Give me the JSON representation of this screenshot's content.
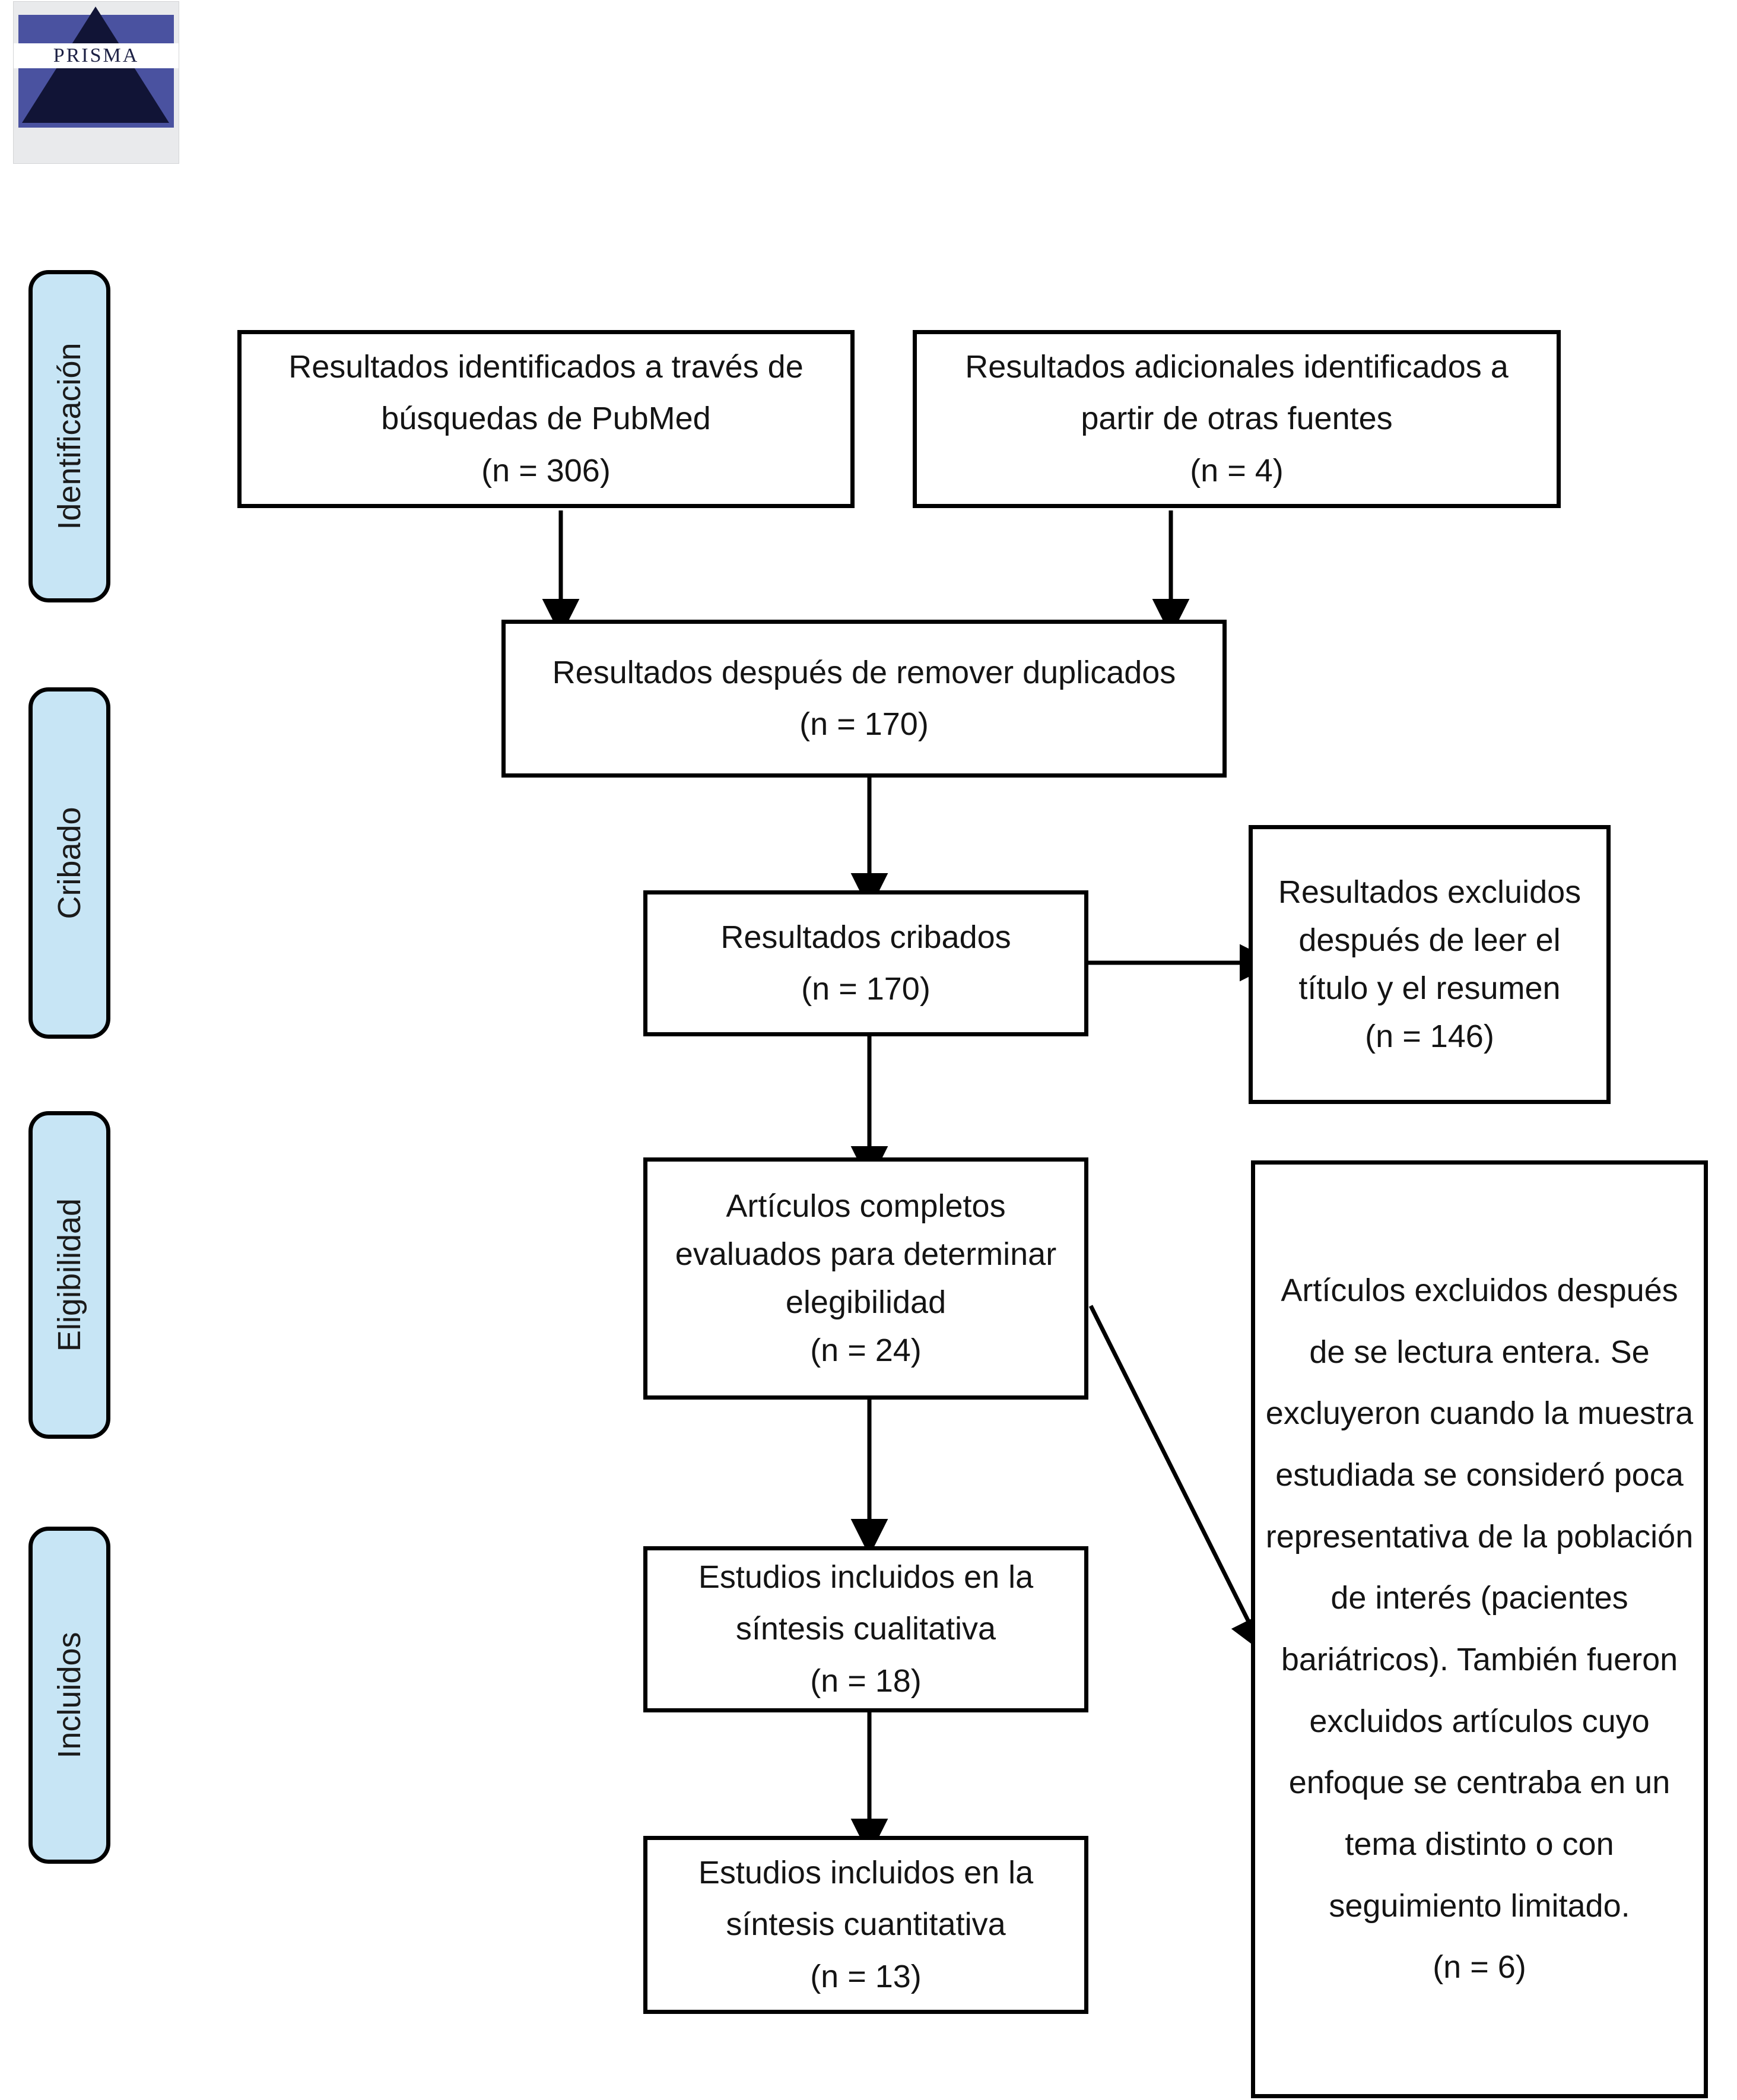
{
  "logo": {
    "name": "PRISMA",
    "wordmark": "PRISMA",
    "band_color": "#ffffff",
    "sky_color": "#4a52a0",
    "pyramid_color": "#111436"
  },
  "colors": {
    "stage_fill": "#c7e5f5",
    "stage_border": "#000000",
    "box_border": "#000000",
    "box_fill": "#ffffff",
    "text": "#141414"
  },
  "stages": [
    {
      "id": "identificacion",
      "label": "Identificación"
    },
    {
      "id": "cribado",
      "label": "Cribado"
    },
    {
      "id": "eligibilidad",
      "label": "Eligibilidad"
    },
    {
      "id": "incluidos",
      "label": "Incluidos"
    }
  ],
  "boxes": {
    "pubmed_records": {
      "text": "Resultados identificados a través de búsquedas de PubMed\n(n = 306)",
      "count_label": "(n = 306)",
      "n": 306
    },
    "other_sources": {
      "text": "Resultados adicionales identificados a partir de otras fuentes\n(n = 4)",
      "count_label": "(n = 4)",
      "n": 4
    },
    "after_duplicates": {
      "text": "Resultados después de remover duplicados\n(n = 170)",
      "count_label": "(n = 170)",
      "n": 170
    },
    "screened": {
      "text": "Resultados cribados\n(n = 170)",
      "count_label": "(n = 170)",
      "n": 170
    },
    "excluded_title_abstract": {
      "text": "Resultados excluidos después de leer el título y el resumen\n(n = 146)",
      "count_label": "(n = 146)",
      "n": 146
    },
    "full_text_assessed": {
      "text": "Artículos completos evaluados para determinar elegibilidad\n(n = 24)",
      "count_label": "(n = 24)",
      "n": 24
    },
    "excluded_full_text": {
      "text": "Artículos excluidos después de se lectura entera. Se excluyeron cuando la muestra estudiada se consideró poca representativa de la población de interés (pacientes bariátricos). También fueron excluidos artículos cuyo enfoque se centraba en un tema distinto o con seguimiento limitado.\n(n = 6)",
      "count_label": "(n = 6)",
      "n": 6
    },
    "qualitative_synthesis": {
      "text": "Estudios incluidos en la síntesis cualitativa\n(n = 18)",
      "count_label": "(n = 18)",
      "n": 18
    },
    "quantitative_synthesis": {
      "text": "Estudios incluidos en la síntesis cuantitativa\n(n = 13)",
      "count_label": "(n = 13)",
      "n": 13
    }
  },
  "flow": [
    {
      "from": "pubmed_records",
      "to": "after_duplicates",
      "kind": "arrow-down"
    },
    {
      "from": "other_sources",
      "to": "after_duplicates",
      "kind": "arrow-down"
    },
    {
      "from": "after_duplicates",
      "to": "screened",
      "kind": "arrow-down"
    },
    {
      "from": "screened",
      "to": "excluded_title_abstract",
      "kind": "arrow-right"
    },
    {
      "from": "screened",
      "to": "full_text_assessed",
      "kind": "arrow-down"
    },
    {
      "from": "full_text_assessed",
      "to": "excluded_full_text",
      "kind": "arrow-diagonal"
    },
    {
      "from": "full_text_assessed",
      "to": "qualitative_synthesis",
      "kind": "arrow-down"
    },
    {
      "from": "qualitative_synthesis",
      "to": "quantitative_synthesis",
      "kind": "arrow-down"
    }
  ]
}
